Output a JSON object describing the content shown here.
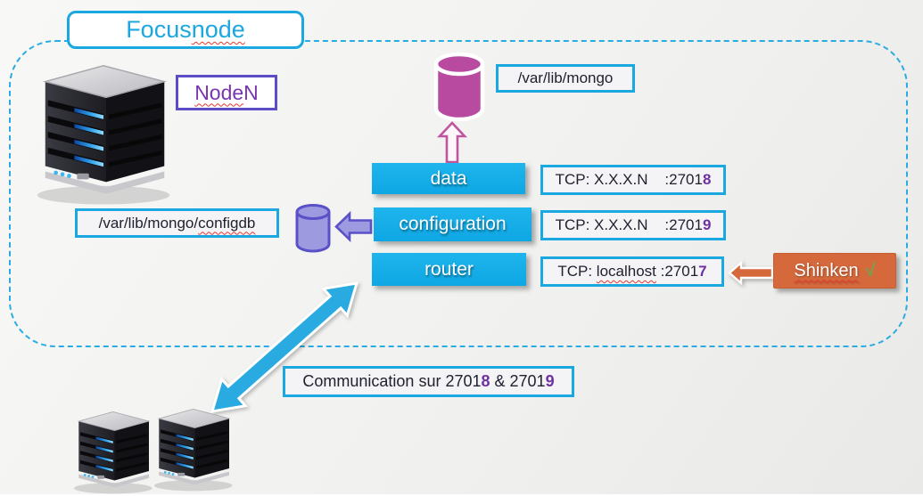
{
  "title": "Focus node MongoDB architecture diagram",
  "focus_node": {
    "label_prefix": "Focus ",
    "label_wavy": "node"
  },
  "node_n": {
    "label_prefix": "Node",
    "label_suffix": " N"
  },
  "mongo_data_store": {
    "path_label": "/var/lib/mongo"
  },
  "config_store": {
    "path_prefix": "/var/lib/mongo/",
    "path_wavy": "configdb"
  },
  "services": [
    {
      "label": "data"
    },
    {
      "label": "configuration"
    },
    {
      "label": "router"
    }
  ],
  "tcp_rows": [
    {
      "pre": "TCP: X.X.X.N",
      "host": "",
      "mid": "    :2701",
      "port_bold": "8"
    },
    {
      "pre": "TCP: X.X.X.N",
      "host": "",
      "mid": "    :2701",
      "port_bold": "9"
    },
    {
      "pre": "TCP: ",
      "host": "localhost",
      "mid": " :2701",
      "port_bold": "7"
    }
  ],
  "shinken": {
    "label": "Shinken",
    "check": "√"
  },
  "communication": {
    "pre": "Communication sur 2701",
    "bold1": "8",
    "mid": " & 2701",
    "bold2": "9"
  },
  "icons": {
    "main_server": "server-tower-icon",
    "replica_servers": "server-tower-icon",
    "data_db": "database-cylinder-icon",
    "config_db": "database-cylinder-icon",
    "up_arrow": "arrow-up-outline-icon",
    "config_arrow": "arrow-left-purple-icon",
    "shinken_arrow": "arrow-left-orange-icon",
    "replication_arrow": "double-arrow-diagonal-icon"
  },
  "colors": {
    "accent_cyan": "#1ba7e0",
    "bar_cyan": "#12aeea",
    "purple_bold": "#7030A0",
    "node_border_purple": "#5b4cc8",
    "magenta_db": "#b84ba0",
    "lavender_db": "#9d9adf",
    "lavender_border": "#5a50c8",
    "orange": "#d5693c",
    "green_check": "#6aa84f"
  }
}
